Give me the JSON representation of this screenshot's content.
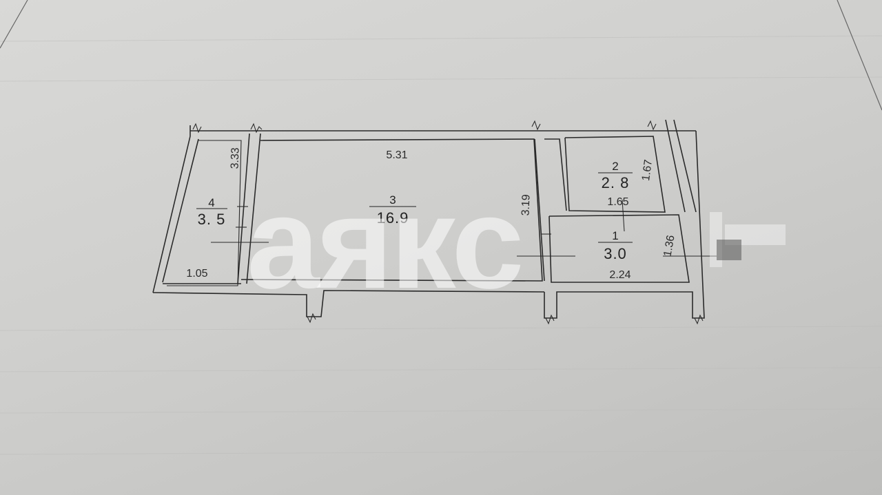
{
  "rooms": [
    {
      "number": "1",
      "area": "3.0"
    },
    {
      "number": "2",
      "area": "2. 8"
    },
    {
      "number": "3",
      "area": "16.9"
    },
    {
      "number": "4",
      "area": "3. 5"
    }
  ],
  "dimensions": {
    "room3_width": "5.31",
    "room3_depth": "3.19",
    "room4_depth": "3.33",
    "room4_width": "1.05",
    "room2_depth": "1.67",
    "room2_width": "1.65",
    "room1_depth": "1.36",
    "room1_width": "2.24"
  },
  "watermark": "аякс"
}
